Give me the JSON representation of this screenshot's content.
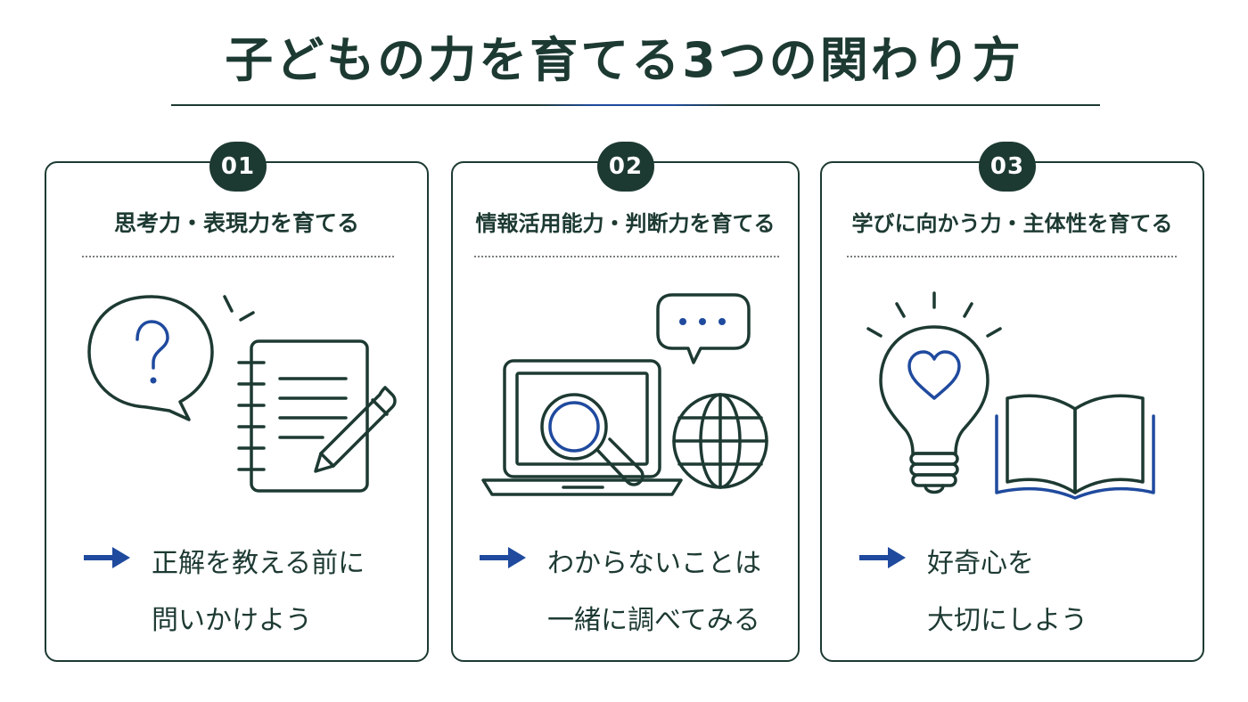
{
  "title": "子どもの力を育てる3つの関わり方",
  "colors": {
    "primary": "#1d3a32",
    "accent": "#1f4a9e",
    "background": "#ffffff"
  },
  "cards": [
    {
      "number": "01",
      "heading": "思考力・表現力を育てる",
      "illustration": [
        "question-speech-bubble-icon",
        "notebook-icon",
        "pencil-icon"
      ],
      "message_lines": [
        "正解を教える前に",
        "問いかけよう"
      ]
    },
    {
      "number": "02",
      "heading": "情報活用能力・判断力を育てる",
      "illustration": [
        "chat-bubble-icon",
        "laptop-icon",
        "magnifier-icon",
        "globe-icon"
      ],
      "message_lines": [
        "わからないことは",
        "一緒に調べてみる"
      ]
    },
    {
      "number": "03",
      "heading": "学びに向かう力・主体性を育てる",
      "illustration": [
        "lightbulb-heart-icon",
        "open-book-icon"
      ],
      "message_lines": [
        "好奇心を",
        "大切にしよう"
      ]
    }
  ]
}
